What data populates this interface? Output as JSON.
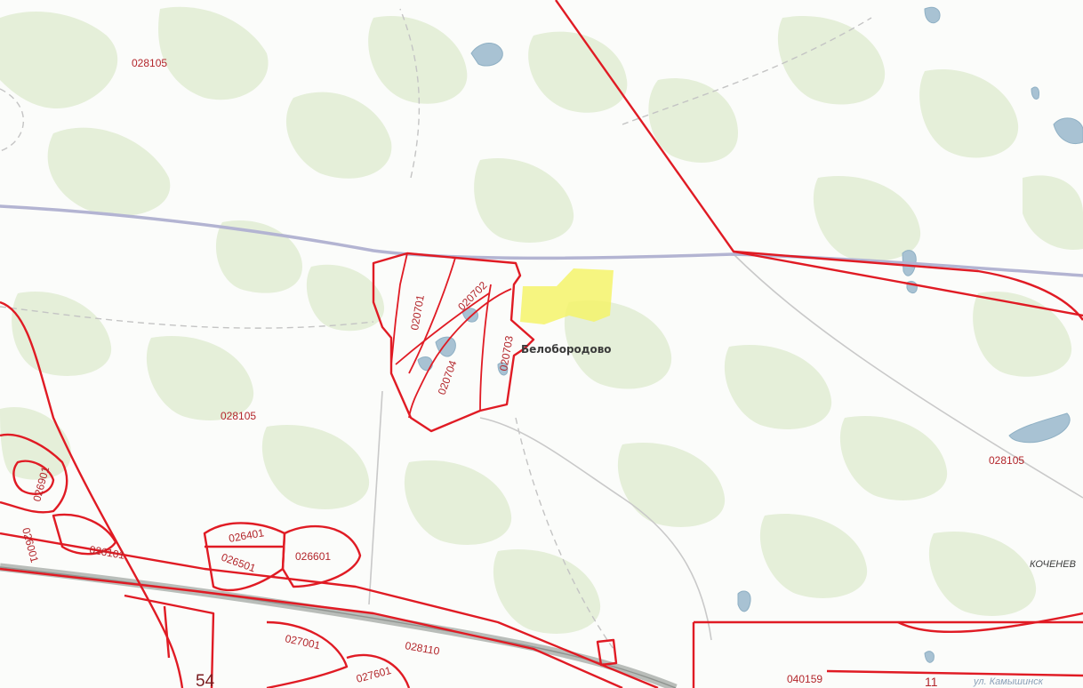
{
  "map": {
    "cadastral_labels": {
      "q028105_nw": "028105",
      "q028105_w": "028105",
      "q028105_e": "028105",
      "q020701": "020701",
      "q020702": "020702",
      "q020703": "020703",
      "q020704": "020704",
      "q026401": "026401",
      "q026501": "026501",
      "q026601": "026601",
      "q026101": "026101",
      "q027001": "027001",
      "q027601": "027601",
      "q028110": "028110",
      "q040159": "040159",
      "q026901": "026901",
      "q026001": "026001"
    },
    "region_labels": {
      "r54": "54",
      "r11": "11"
    },
    "place_labels": {
      "settlement": "Белобородово",
      "district": "КОЧЕНЕВ",
      "road_name": "ул. Камышинск"
    },
    "colors": {
      "boundary": "#e01b24",
      "forest": "#e5efd9",
      "road": "#b3b4d2",
      "settlement_highlight": "#f4f36a",
      "water": "#a8c2d3"
    }
  }
}
